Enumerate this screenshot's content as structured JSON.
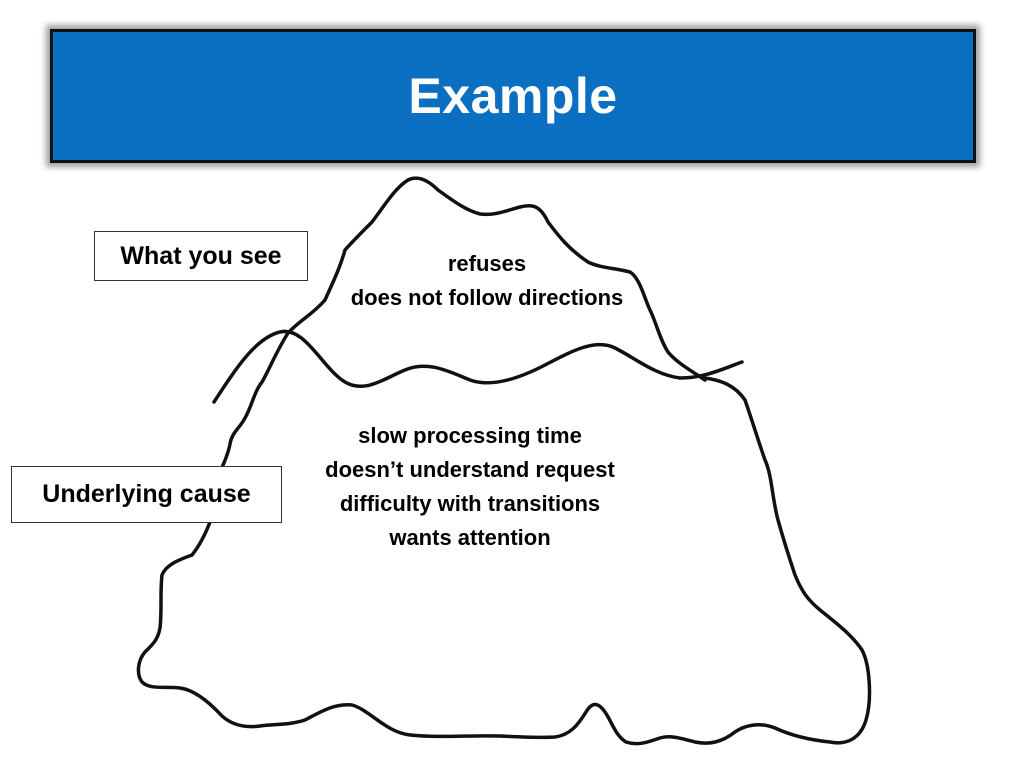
{
  "slide": {
    "title": "Example",
    "colors": {
      "banner": "#0a6fc0",
      "banner_text": "#ffffff",
      "outline": "#111111"
    }
  },
  "labels": {
    "surface": "What you see",
    "underlying": "Underlying cause"
  },
  "above_water": [
    "refuses",
    "does not follow directions"
  ],
  "below_water": [
    "slow processing time",
    "doesn’t understand request",
    "difficulty with transitions",
    "wants attention"
  ]
}
